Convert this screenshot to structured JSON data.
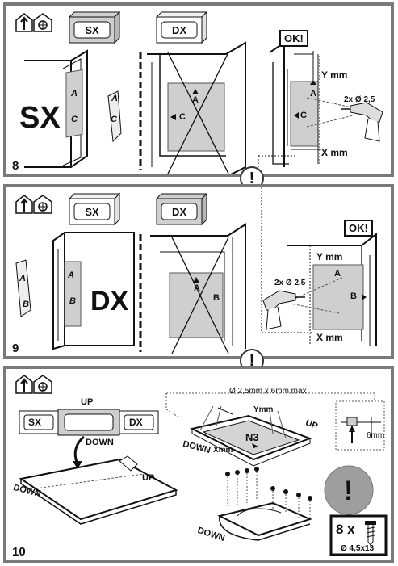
{
  "step8": {
    "number": "8",
    "hood_left_label": "SX",
    "hood_right_label": "DX",
    "big_label": "SX",
    "letter_a": "A",
    "letter_c": "C",
    "ok": "OK!",
    "y_dim": "Y mm",
    "x_dim": "X mm",
    "drill": "2x Ø 2,5"
  },
  "step9": {
    "number": "9",
    "hood_left_label": "SX",
    "hood_right_label": "DX",
    "big_label": "DX",
    "letter_a": "A",
    "letter_b": "B",
    "ok": "OK!",
    "y_dim": "Y mm",
    "x_dim": "X mm",
    "drill": "2x Ø 2,5"
  },
  "step10": {
    "number": "10",
    "sx": "SX",
    "dx": "DX",
    "up": "UP",
    "down": "DOWN",
    "drill_spec": "Ø 2,5mm x 6mm max",
    "ymm": "Ymm",
    "xmm": "Xmm",
    "n3": "N3",
    "six_mm": "6mm",
    "screw_count": "8 x",
    "screw_size": "Ø 4,5x13"
  },
  "warning_symbol": "!",
  "colors": {
    "frame": "#7a7a7a",
    "shade": "#cfcfcf",
    "dark": "#111111",
    "grey_light": "#e4e4e4"
  }
}
